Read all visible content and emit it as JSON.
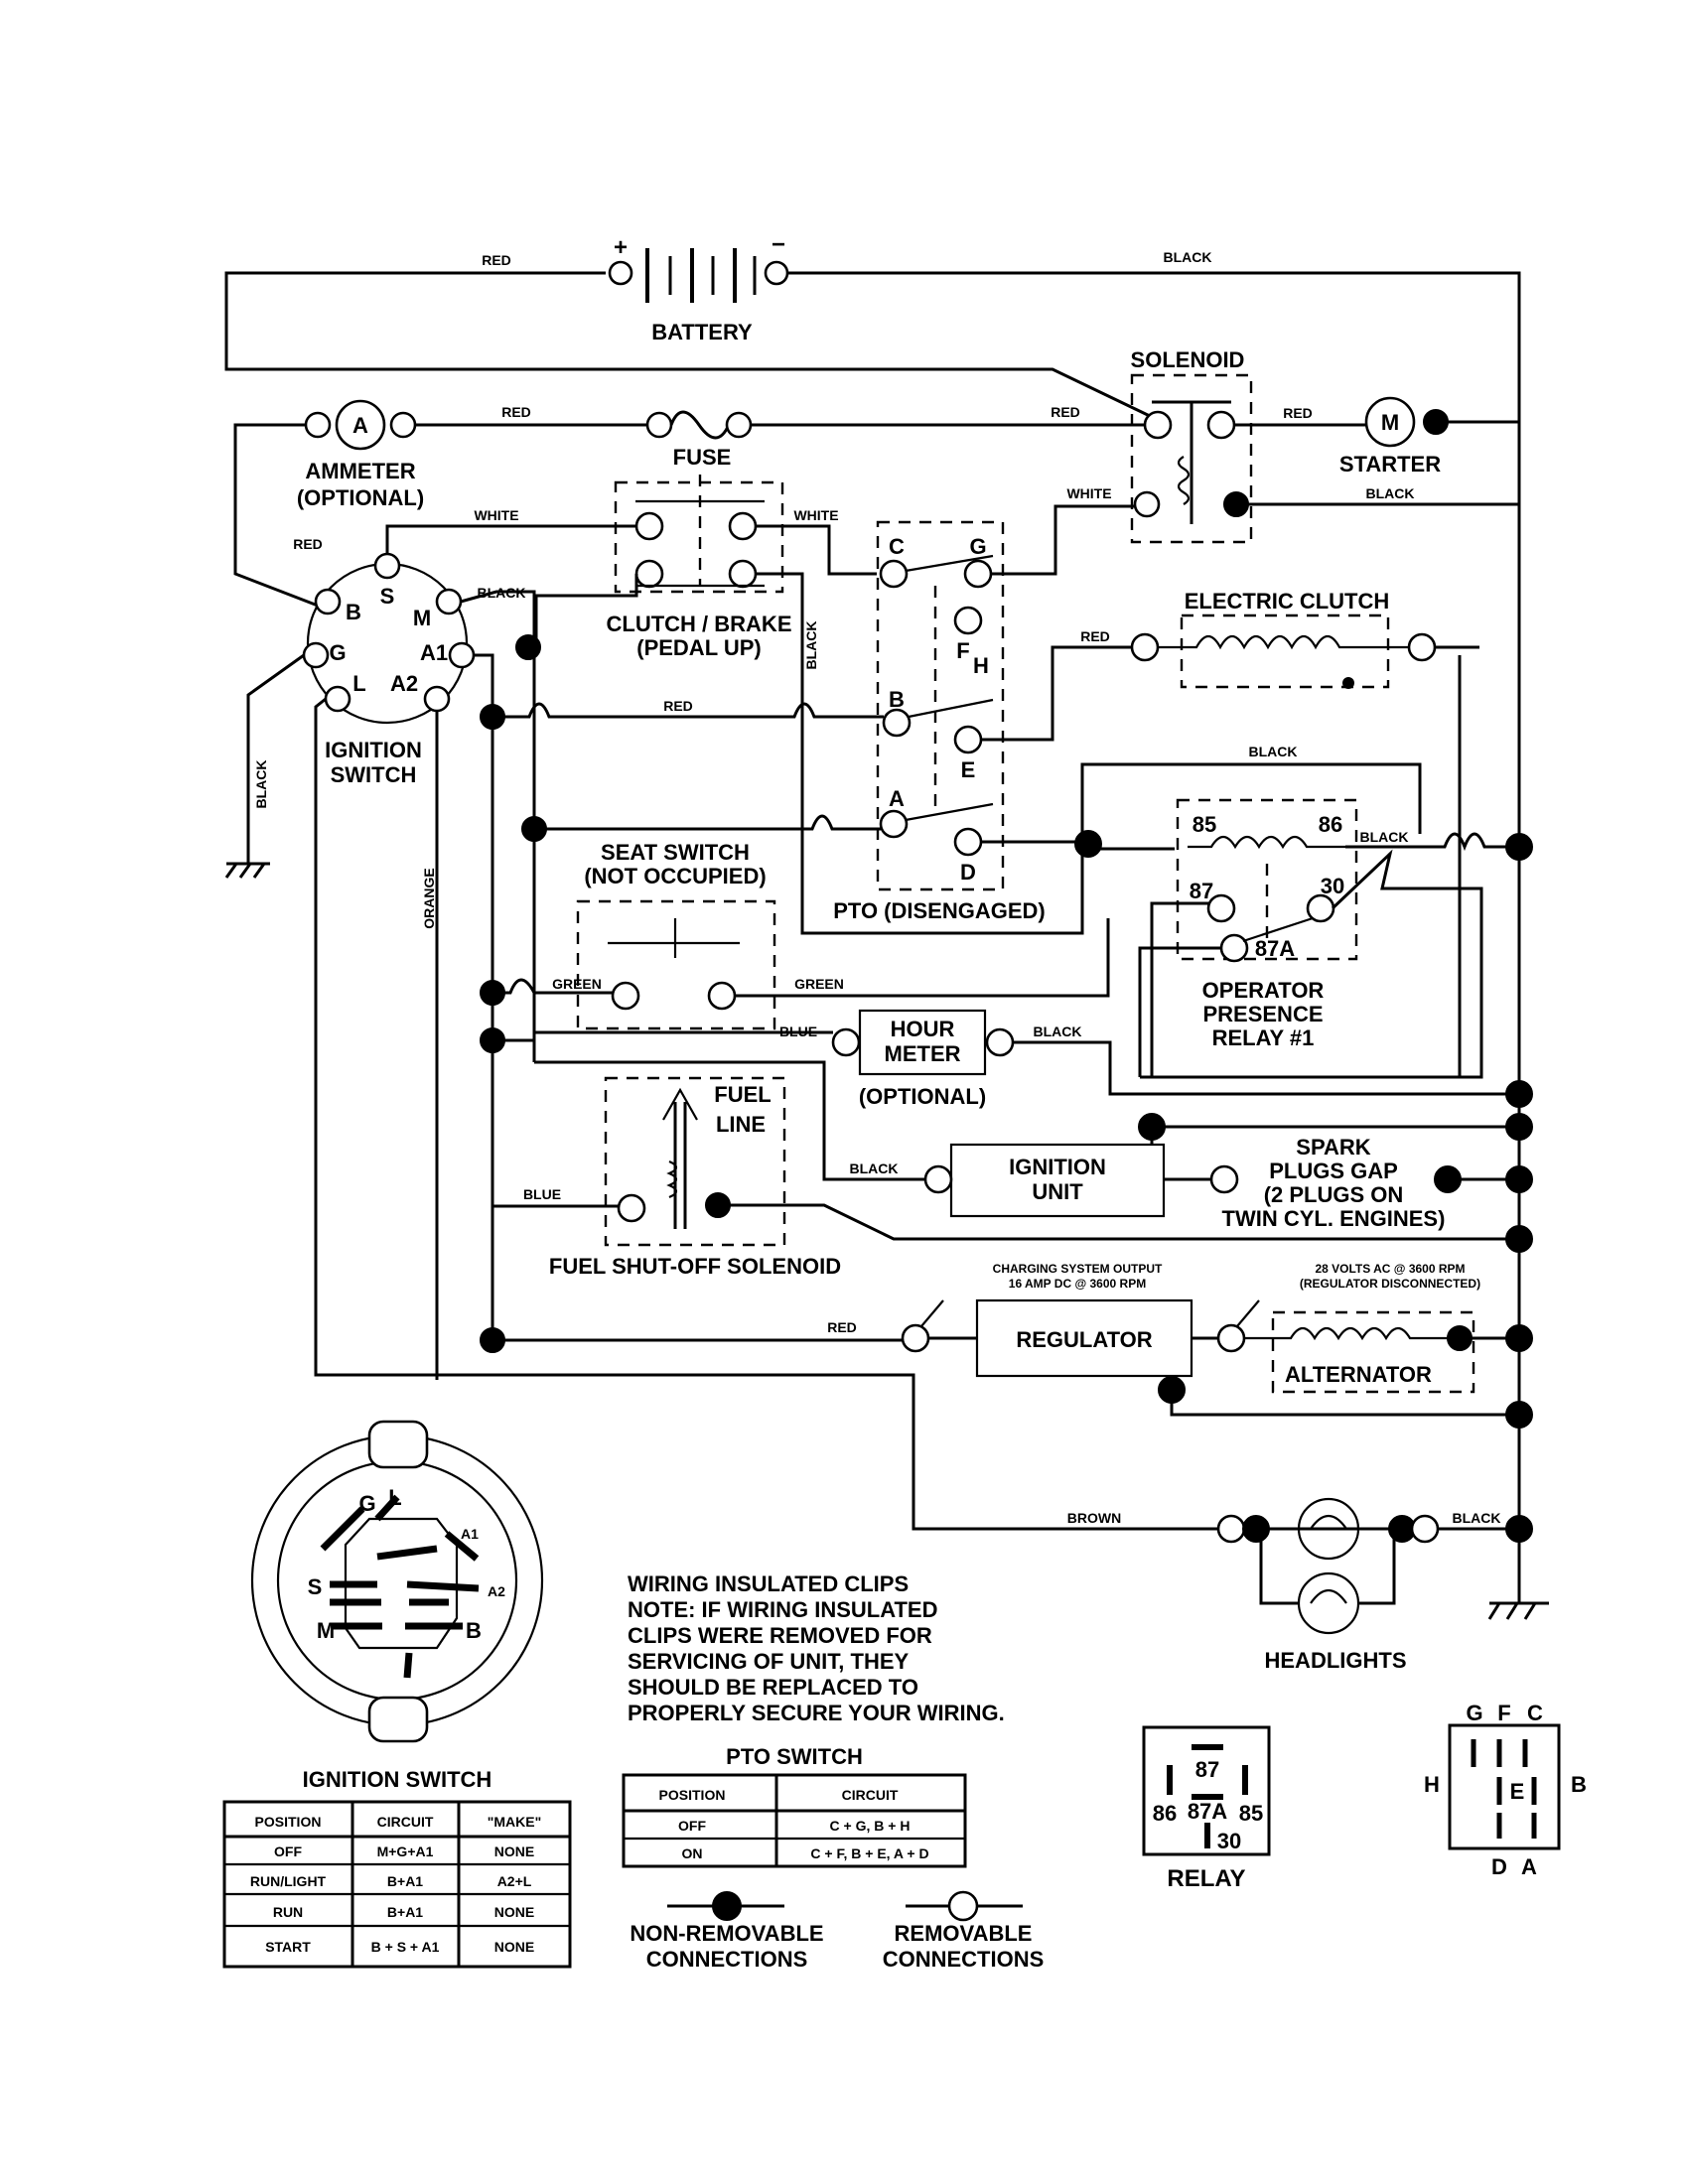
{
  "labels": {
    "battery": "BATTERY",
    "plus": "+",
    "minus": "−",
    "solenoid": "SOLENOID",
    "starter": "STARTER",
    "motor": "M",
    "ammeter": "AMMETER",
    "ammeter_opt": "(OPTIONAL)",
    "ammeter_a": "A",
    "fuse": "FUSE",
    "clutch_brake": "CLUTCH / BRAKE",
    "pedal_up": "(PEDAL UP)",
    "electric_clutch": "ELECTRIC CLUTCH",
    "ignition_switch": "IGNITION",
    "ignition_switch2": "SWITCH",
    "seat_switch": "SEAT SWITCH",
    "not_occupied": "(NOT OCCUPIED)",
    "pto_disengaged": "PTO (DISENGAGED)",
    "opr1": "OPERATOR",
    "opr2": "PRESENCE",
    "opr3": "RELAY #1",
    "hour1": "HOUR",
    "hour2": "METER",
    "hour_opt": "(OPTIONAL)",
    "fuel1": "FUEL",
    "fuel2": "LINE",
    "fuel_sol": "FUEL SHUT-OFF SOLENOID",
    "ign_unit1": "IGNITION",
    "ign_unit2": "UNIT",
    "spark1": "SPARK",
    "spark2": "PLUGS GAP",
    "spark3": "(2 PLUGS ON",
    "spark4": "TWIN CYL. ENGINES)",
    "charge1": "CHARGING SYSTEM OUTPUT",
    "charge2": "16 AMP DC @ 3600 RPM",
    "volt1": "28 VOLTS AC @ 3600 RPM",
    "volt2": "(REGULATOR DISCONNECTED)",
    "regulator": "REGULATOR",
    "alternator": "ALTERNATOR",
    "headlights": "HEADLIGHTS",
    "relay": "RELAY",
    "non_removable1": "NON-REMOVABLE",
    "non_removable2": "CONNECTIONS",
    "removable1": "REMOVABLE",
    "removable2": "CONNECTIONS"
  },
  "wires": {
    "red": "RED",
    "black": "BLACK",
    "white": "WHITE",
    "green": "GREEN",
    "blue": "BLUE",
    "orange": "ORANGE",
    "brown": "BROWN"
  },
  "terminals": {
    "ign": [
      "B",
      "S",
      "M",
      "G",
      "A1",
      "L",
      "A2"
    ],
    "pto": [
      "C",
      "G",
      "F",
      "H",
      "B",
      "E",
      "A",
      "D"
    ],
    "relay_pins": [
      "85",
      "86",
      "87",
      "30",
      "87A"
    ],
    "small_relay": [
      "87",
      "86",
      "87A",
      "85",
      "30"
    ],
    "pto_pins_diagram": [
      "G",
      "F",
      "C",
      "H",
      "E",
      "B",
      "D",
      "A"
    ],
    "knob": [
      "G",
      "L",
      "A1",
      "S",
      "A2",
      "M",
      "B"
    ]
  },
  "note": {
    "title": "WIRING INSULATED CLIPS",
    "lines": [
      "NOTE: IF WIRING INSULATED",
      "CLIPS WERE REMOVED FOR",
      "SERVICING OF UNIT, THEY",
      "SHOULD BE REPLACED TO",
      "PROPERLY SECURE YOUR WIRING."
    ]
  },
  "ignition_table": {
    "title": "IGNITION SWITCH",
    "headers": [
      "POSITION",
      "CIRCUIT",
      "\"MAKE\""
    ],
    "rows": [
      [
        "OFF",
        "M+G+A1",
        "NONE"
      ],
      [
        "RUN/LIGHT",
        "B+A1",
        "A2+L"
      ],
      [
        "RUN",
        "B+A1",
        "NONE"
      ],
      [
        "START",
        "B + S + A1",
        "NONE"
      ]
    ]
  },
  "pto_table": {
    "title": "PTO SWITCH",
    "headers": [
      "POSITION",
      "CIRCUIT"
    ],
    "rows": [
      [
        "OFF",
        "C + G, B + H"
      ],
      [
        "ON",
        "C + F, B + E, A + D"
      ]
    ]
  }
}
